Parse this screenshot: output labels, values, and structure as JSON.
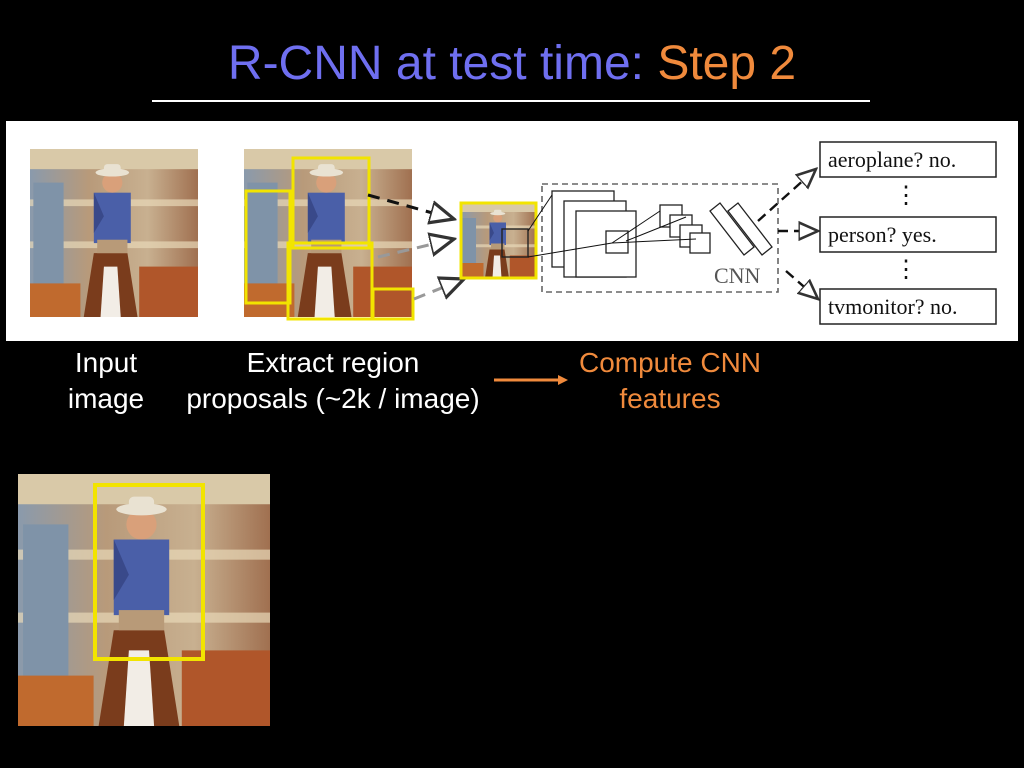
{
  "slide": {
    "title_main": "R-CNN at test time: ",
    "title_step": "Step 2"
  },
  "diagram": {
    "cnn_label": "CNN",
    "outputs": [
      {
        "class": "aeroplane?",
        "answer": "no."
      },
      {
        "class": "person?",
        "answer": "yes."
      },
      {
        "class": "tvmonitor?",
        "answer": "no."
      }
    ],
    "ellipsis": "⋮"
  },
  "captions": {
    "input_line1": "Input",
    "input_line2": "image",
    "extract_line1": "Extract region",
    "extract_line2": "proposals (~2k / image)",
    "compute_line1": "Compute CNN",
    "compute_line2": "features"
  },
  "colors": {
    "title_main": "#6f6ff0",
    "title_step": "#f08a3c",
    "proposal_box": "#f2e400",
    "background": "#000000"
  }
}
